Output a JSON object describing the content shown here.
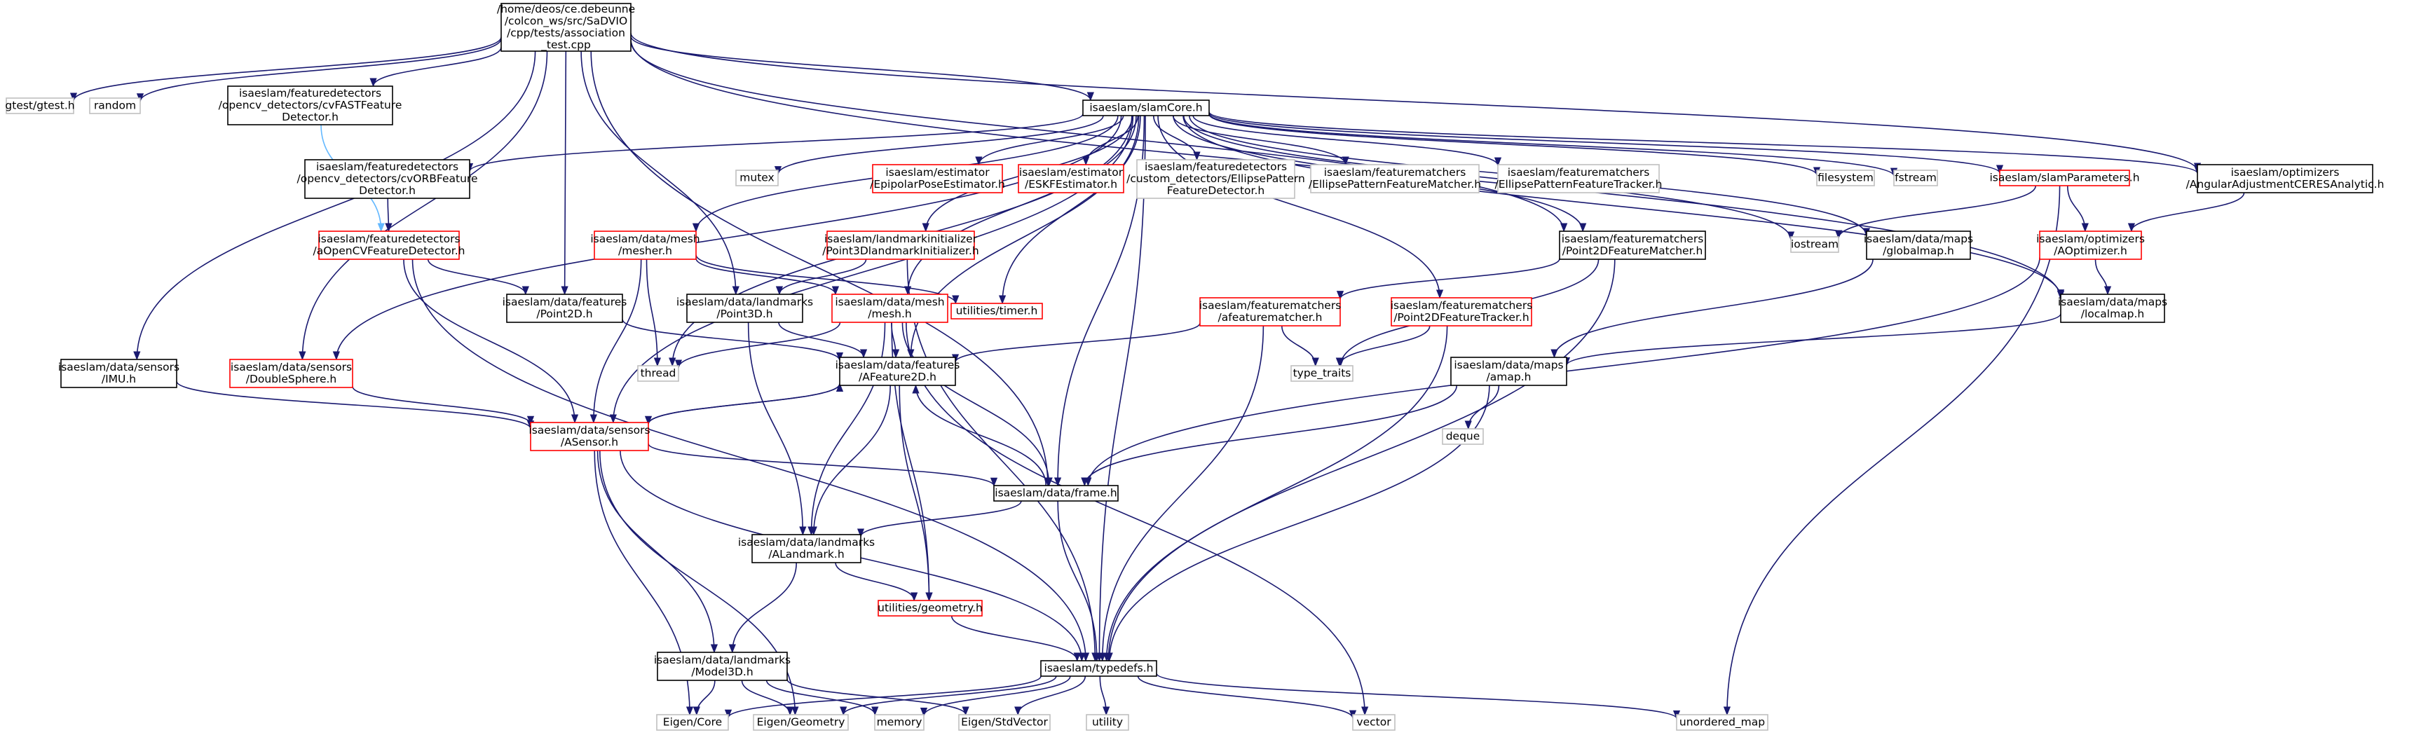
{
  "colors": {
    "edge": "#191970",
    "edge_alt": "#63b8ff",
    "node_focus_fill": "#bfbfbf",
    "border_black": "#000000",
    "border_red": "#ff0000",
    "border_grey": "#bfbfbf",
    "text": "#000000"
  },
  "nodes": [
    {
      "id": "root",
      "lines": [
        "/home/deos/ce.debeunne",
        "/colcon_ws/src/SaDVIO",
        "/cpp/tests/association",
        "_test.cpp"
      ],
      "style": "focus"
    },
    {
      "id": "gtest",
      "lines": [
        "gtest/gtest.h"
      ],
      "style": "grey"
    },
    {
      "id": "random",
      "lines": [
        "random"
      ],
      "style": "grey"
    },
    {
      "id": "cvfast",
      "lines": [
        "isaeslam/featuredetectors",
        "/opencv_detectors/cvFASTFeature",
        "Detector.h"
      ],
      "style": "black"
    },
    {
      "id": "slamcore",
      "lines": [
        "isaeslam/slamCore.h"
      ],
      "style": "black"
    },
    {
      "id": "imu",
      "lines": [
        "isaeslam/data/sensors",
        "/IMU.h"
      ],
      "style": "black"
    },
    {
      "id": "doublesphere",
      "lines": [
        "isaeslam/data/sensors",
        "/DoubleSphere.h"
      ],
      "style": "red"
    },
    {
      "id": "cvorb",
      "lines": [
        "isaeslam/featuredetectors",
        "/opencv_detectors/cvORBFeature",
        "Detector.h"
      ],
      "style": "black"
    },
    {
      "id": "aocv",
      "lines": [
        "isaeslam/featuredetectors",
        "/aOpenCVFeatureDetector.h"
      ],
      "style": "red"
    },
    {
      "id": "mesher",
      "lines": [
        "isaeslam/data/mesh",
        "/mesher.h"
      ],
      "style": "red"
    },
    {
      "id": "mutex",
      "lines": [
        "mutex"
      ],
      "style": "grey"
    },
    {
      "id": "epipolar",
      "lines": [
        "isaeslam/estimator",
        "/EpipolarPoseEstimator.h"
      ],
      "style": "red"
    },
    {
      "id": "eskf",
      "lines": [
        "isaeslam/estimator",
        "/ESKFEstimator.h"
      ],
      "style": "red"
    },
    {
      "id": "ellipsedet",
      "lines": [
        "isaeslam/featuredetectors",
        "/custom_detectors/EllipsePattern",
        "FeatureDetector.h"
      ],
      "style": "grey"
    },
    {
      "id": "ellipsematch",
      "lines": [
        "isaeslam/featurematchers",
        "/EllipsePatternFeatureMatcher.h"
      ],
      "style": "grey"
    },
    {
      "id": "ellipsetrack",
      "lines": [
        "isaeslam/featurematchers",
        "/EllipsePatternFeatureTracker.h"
      ],
      "style": "grey"
    },
    {
      "id": "lminit",
      "lines": [
        "isaeslam/landmarkinitializer",
        "/Point3DlandmarkInitializer.h"
      ],
      "style": "red"
    },
    {
      "id": "filesystem",
      "lines": [
        "filesystem"
      ],
      "style": "grey"
    },
    {
      "id": "fstream",
      "lines": [
        "fstream"
      ],
      "style": "grey"
    },
    {
      "id": "slamparams",
      "lines": [
        "isaeslam/slamParameters.h"
      ],
      "style": "red"
    },
    {
      "id": "angular",
      "lines": [
        "isaeslam/optimizers",
        "/AngularAdjustmentCERESAnalytic.h"
      ],
      "style": "black"
    },
    {
      "id": "point2dmatcher",
      "lines": [
        "isaeslam/featurematchers",
        "/Point2DFeatureMatcher.h"
      ],
      "style": "black"
    },
    {
      "id": "iostream",
      "lines": [
        "iostream"
      ],
      "style": "grey"
    },
    {
      "id": "globalmap",
      "lines": [
        "isaeslam/data/maps",
        "/globalmap.h"
      ],
      "style": "black"
    },
    {
      "id": "aoptimizer",
      "lines": [
        "isaeslam/optimizers",
        "/AOptimizer.h"
      ],
      "style": "red"
    },
    {
      "id": "point2d",
      "lines": [
        "isaeslam/data/features",
        "/Point2D.h"
      ],
      "style": "black"
    },
    {
      "id": "point3d",
      "lines": [
        "isaeslam/data/landmarks",
        "/Point3D.h"
      ],
      "style": "black"
    },
    {
      "id": "mesh",
      "lines": [
        "isaeslam/data/mesh",
        "/mesh.h"
      ],
      "style": "red"
    },
    {
      "id": "timer",
      "lines": [
        "utilities/timer.h"
      ],
      "style": "red"
    },
    {
      "id": "afeaturematcher",
      "lines": [
        "isaeslam/featurematchers",
        "/afeaturematcher.h"
      ],
      "style": "red"
    },
    {
      "id": "point2dtracker",
      "lines": [
        "isaeslam/featurematchers",
        "/Point2DFeatureTracker.h"
      ],
      "style": "red"
    },
    {
      "id": "localmap",
      "lines": [
        "isaeslam/data/maps",
        "/localmap.h"
      ],
      "style": "black"
    },
    {
      "id": "thread",
      "lines": [
        "thread"
      ],
      "style": "grey"
    },
    {
      "id": "afeature2d",
      "lines": [
        "isaeslam/data/features",
        "/AFeature2D.h"
      ],
      "style": "black"
    },
    {
      "id": "typetraits",
      "lines": [
        "type_traits"
      ],
      "style": "grey"
    },
    {
      "id": "amap",
      "lines": [
        "isaeslam/data/maps",
        "/amap.h"
      ],
      "style": "black"
    },
    {
      "id": "asensor",
      "lines": [
        "isaeslam/data/sensors",
        "/ASensor.h"
      ],
      "style": "red"
    },
    {
      "id": "deque",
      "lines": [
        "deque"
      ],
      "style": "grey"
    },
    {
      "id": "frame",
      "lines": [
        "isaeslam/data/frame.h"
      ],
      "style": "black"
    },
    {
      "id": "alandmark",
      "lines": [
        "isaeslam/data/landmarks",
        "/ALandmark.h"
      ],
      "style": "black"
    },
    {
      "id": "geometry",
      "lines": [
        "utilities/geometry.h"
      ],
      "style": "red"
    },
    {
      "id": "model3d",
      "lines": [
        "isaeslam/data/landmarks",
        "/Model3D.h"
      ],
      "style": "black"
    },
    {
      "id": "typedefs",
      "lines": [
        "isaeslam/typedefs.h"
      ],
      "style": "black"
    },
    {
      "id": "eigencore",
      "lines": [
        "Eigen/Core"
      ],
      "style": "grey"
    },
    {
      "id": "eigengeom",
      "lines": [
        "Eigen/Geometry"
      ],
      "style": "grey"
    },
    {
      "id": "memory",
      "lines": [
        "memory"
      ],
      "style": "grey"
    },
    {
      "id": "eigenstd",
      "lines": [
        "Eigen/StdVector"
      ],
      "style": "grey"
    },
    {
      "id": "utility",
      "lines": [
        "utility"
      ],
      "style": "grey"
    },
    {
      "id": "vector",
      "lines": [
        "vector"
      ],
      "style": "grey"
    },
    {
      "id": "unordered",
      "lines": [
        "unordered_map"
      ],
      "style": "grey"
    }
  ]
}
